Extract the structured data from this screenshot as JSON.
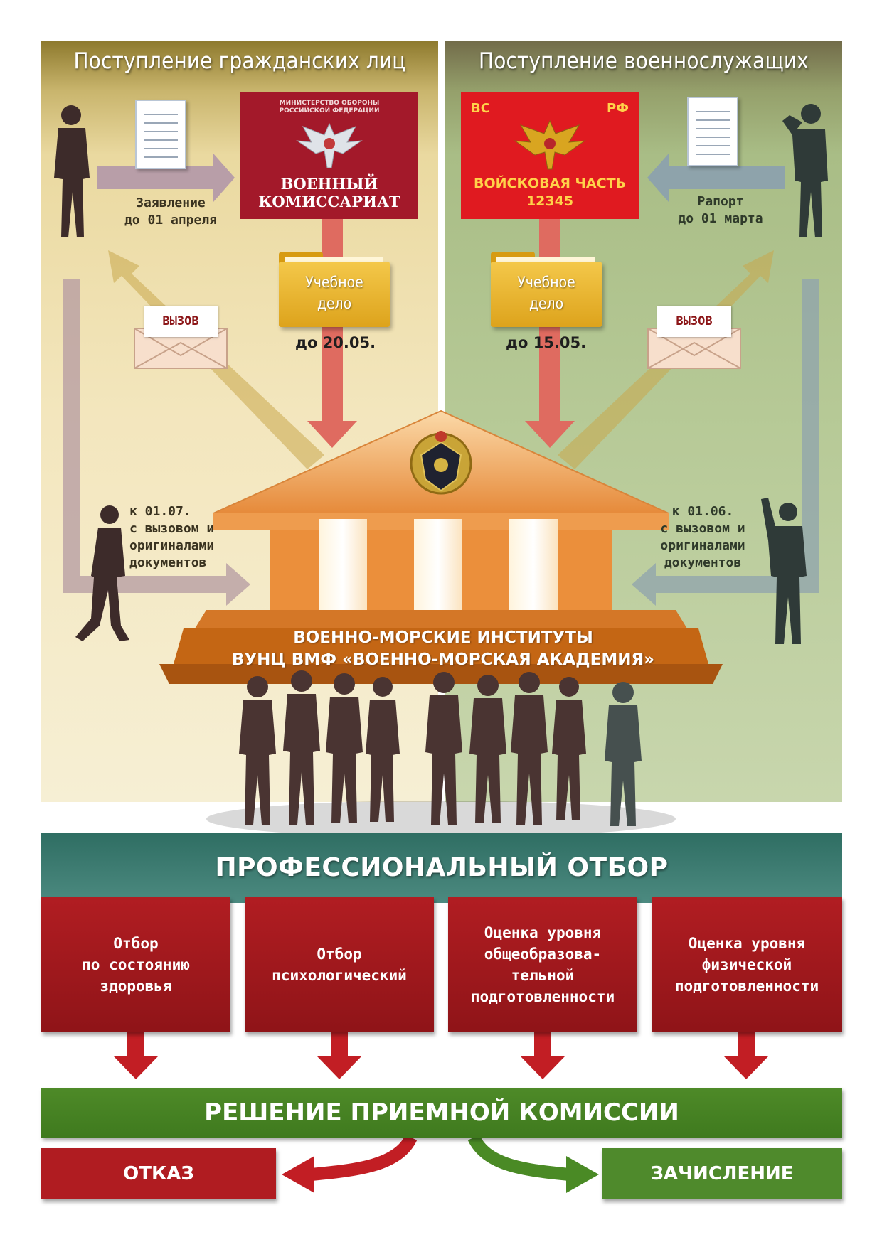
{
  "left": {
    "title": "Поступление гражданских лиц",
    "application_label": "Заявление",
    "application_deadline": "до 01 апреля",
    "office": {
      "small_text": [
        "МИНИСТЕРСТВО ОБОРОНЫ",
        "РОССИЙСКОЙ ФЕДЕРАЦИИ"
      ],
      "line1": "ВОЕННЫЙ",
      "line2": "КОМИССАРИАТ"
    },
    "folder_line1": "Учебное",
    "folder_line2": "дело",
    "folder_deadline": "до 20.05.",
    "envelope": "ВЫЗОВ",
    "arrival": [
      "к 01.07.",
      "с вызовом и",
      "оригиналами",
      "документов"
    ]
  },
  "right": {
    "title": "Поступление военнослужащих",
    "application_label": "Рапорт",
    "application_deadline": "до 01 марта",
    "unit": {
      "corner_left": "ВС",
      "corner_right": "РФ",
      "line1": "ВОЙСКОВАЯ ЧАСТЬ",
      "line2": "12345"
    },
    "folder_line1": "Учебное",
    "folder_line2": "дело",
    "folder_deadline": "до 15.05.",
    "envelope": "ВЫЗОВ",
    "arrival": [
      "к 01.06.",
      "с вызовом и",
      "оригиналами",
      "документов"
    ]
  },
  "institute": {
    "line1": "ВОЕННО-МОРСКИЕ ИНСТИТУТЫ",
    "line2": "ВУНЦ ВМФ «ВОЕННО-МОРСКАЯ АКАДЕМИЯ»"
  },
  "selection": {
    "title": "ПРОФЕССИОНАЛЬНЫЙ ОТБОР",
    "stages": [
      [
        "Отбор",
        "по состоянию",
        "здоровья"
      ],
      [
        "Отбор",
        "психологический"
      ],
      [
        "Оценка уровня",
        "общеобразова-",
        "тельной",
        "подготовленности"
      ],
      [
        "Оценка уровня",
        "физической",
        "подготовленности"
      ]
    ]
  },
  "decision": {
    "title": "РЕШЕНИЕ ПРИЕМНОЙ КОМИССИИ",
    "reject": "ОТКАЗ",
    "accept": "ЗАЧИСЛЕНИЕ"
  },
  "colors": {
    "civil_panel": "#f3e6bd",
    "military_panel": "#b6c996",
    "commissariat_red": "#a3192a",
    "unit_red": "#e01a20",
    "selection_teal": "#3d7d72",
    "stage_red": "#a3181d",
    "decision_green": "#4a8527",
    "building_orange": "#e68a3a"
  }
}
